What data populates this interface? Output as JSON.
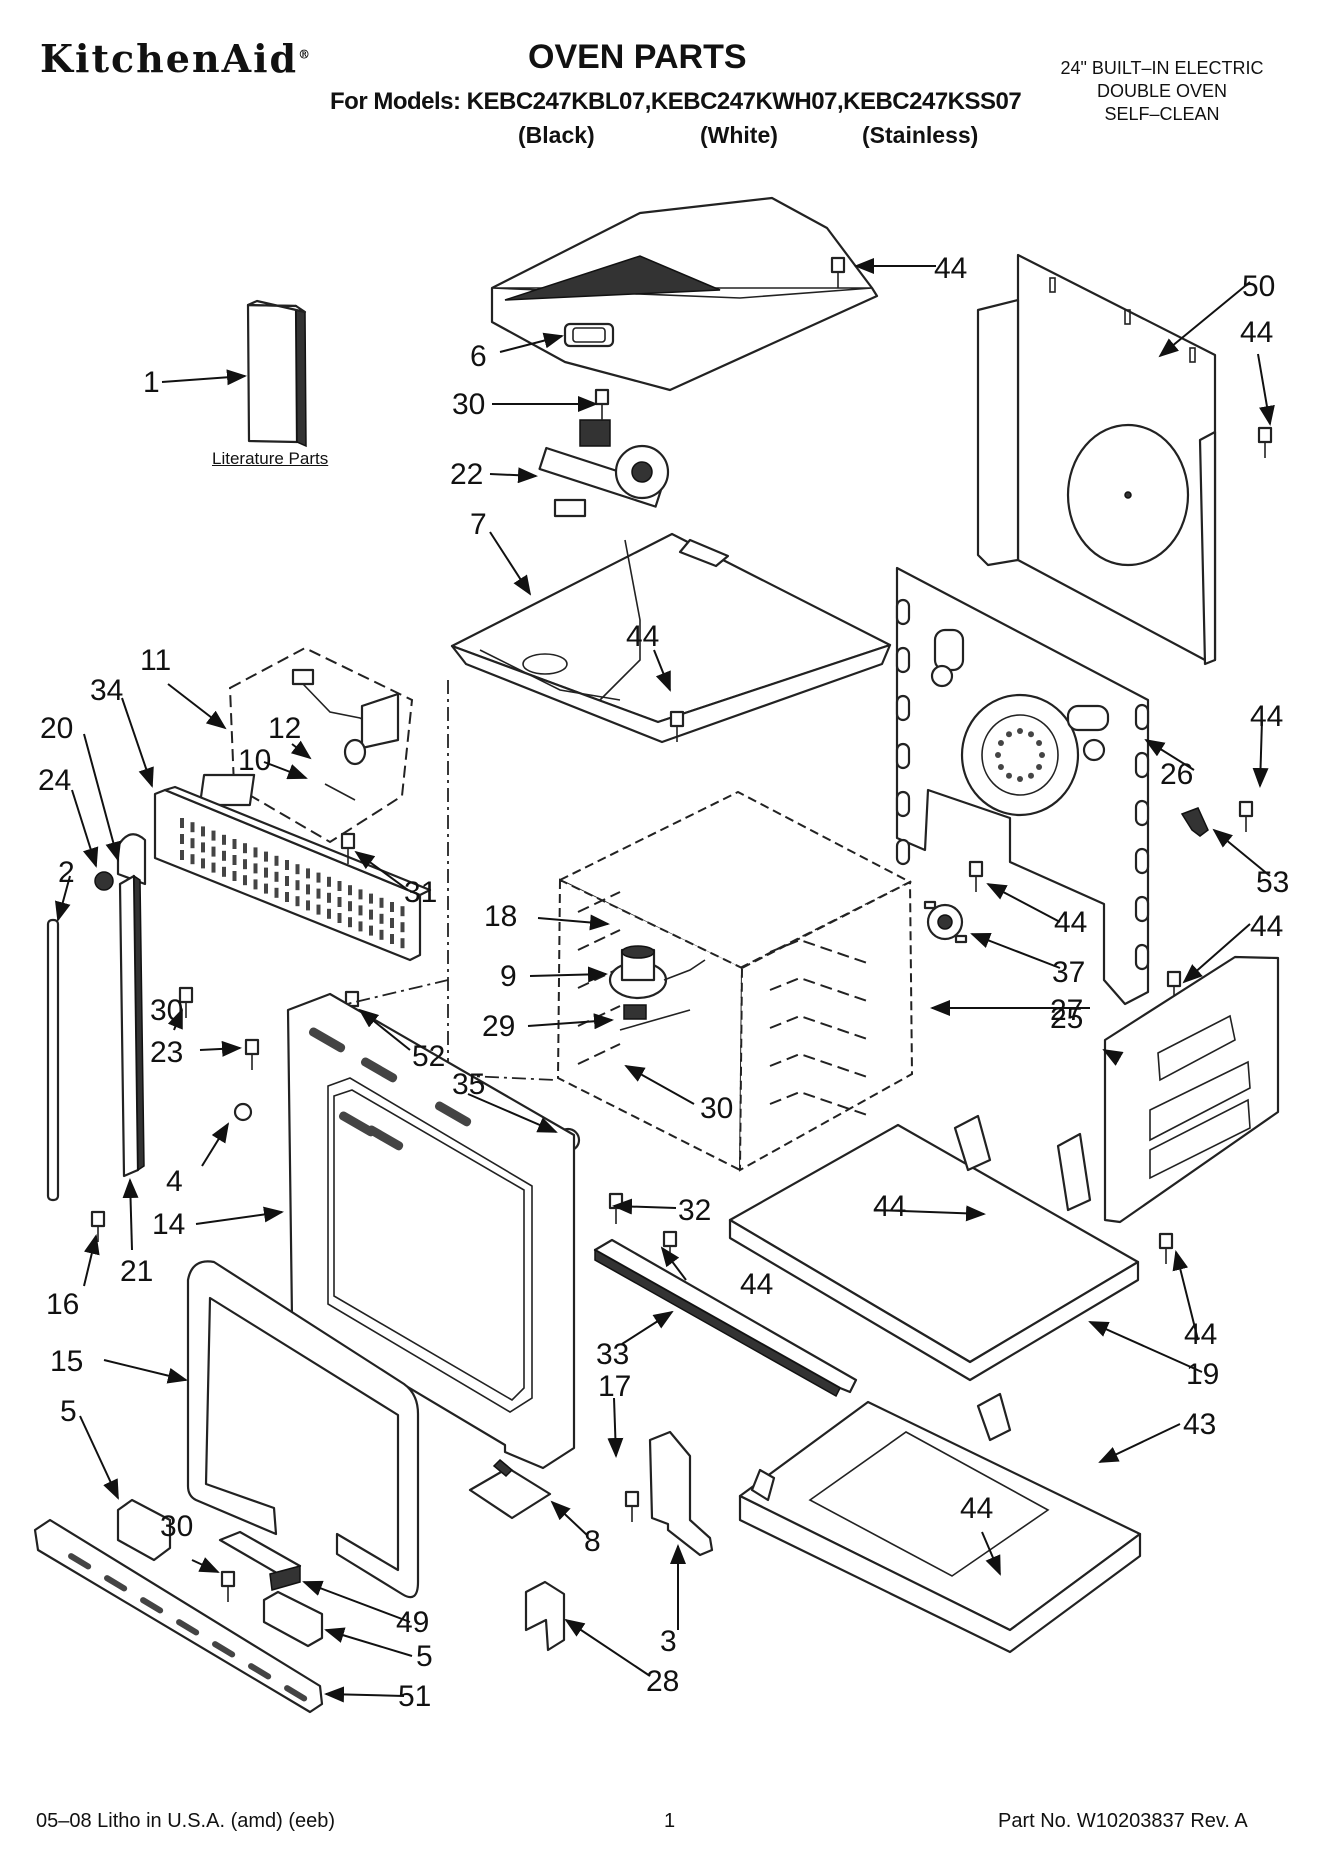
{
  "header": {
    "brand": "KitchenAid",
    "registered_mark": "®",
    "title": "OVEN PARTS",
    "models_line": "For Models: KEBC247KBL07,KEBC247KWH07,KEBC247KSS07",
    "finishes": [
      "(Black)",
      "(White)",
      "(Stainless)"
    ],
    "description": [
      "24\" BUILT–IN ELECTRIC",
      "DOUBLE OVEN",
      "SELF–CLEAN"
    ]
  },
  "literature_label": "Literature Parts",
  "callouts": {
    "c1": "1",
    "c2": "2",
    "c3": "3",
    "c4": "4",
    "c5a": "5",
    "c5b": "5",
    "c6": "6",
    "c7": "7",
    "c8": "8",
    "c9": "9",
    "c10": "10",
    "c11": "11",
    "c12": "12",
    "c14": "14",
    "c15": "15",
    "c16": "16",
    "c17": "17",
    "c18": "18",
    "c19": "19",
    "c20": "20",
    "c21": "21",
    "c22": "22",
    "c23": "23",
    "c24": "24",
    "c25": "25",
    "c26": "26",
    "c27": "27",
    "c28": "28",
    "c29": "29",
    "c30a": "30",
    "c30b": "30",
    "c30c": "30",
    "c30d": "30",
    "c31": "31",
    "c32": "32",
    "c33": "33",
    "c34": "34",
    "c35": "35",
    "c37": "37",
    "c43": "43",
    "c44a": "44",
    "c44b": "44",
    "c44c": "44",
    "c44d": "44",
    "c44e": "44",
    "c44f": "44",
    "c44g": "44",
    "c44h": "44",
    "c44i": "44",
    "c44j": "44",
    "c49": "49",
    "c50": "50",
    "c51": "51",
    "c52": "52",
    "c53": "53"
  },
  "footer": {
    "print_info": "05–08 Litho in U.S.A. (amd) (eeb)",
    "page_number": "1",
    "part_number": "Part No. W10203837 Rev. A"
  }
}
